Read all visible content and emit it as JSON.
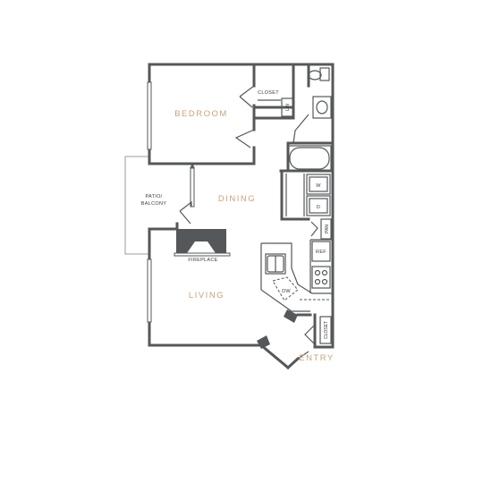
{
  "colors": {
    "walls": "#55585a",
    "room_labels": "#c8a37a",
    "text": "#3a3c3e"
  },
  "rooms": {
    "bedroom": "BEDROOM",
    "dining": "DINING",
    "living": "LIVING",
    "patio_line1": "PATIO/",
    "patio_line2": "BALCONY",
    "entry": "ENTRY"
  },
  "fixtures": {
    "closet_top": "CLOSET",
    "linen": "LIN",
    "washer": "W",
    "dryer": "D",
    "pantry": "PAN",
    "refrigerator": "REF",
    "dishwasher": "DW",
    "fireplace": "FIREPLACE",
    "closet_entry": "CLOSET"
  }
}
